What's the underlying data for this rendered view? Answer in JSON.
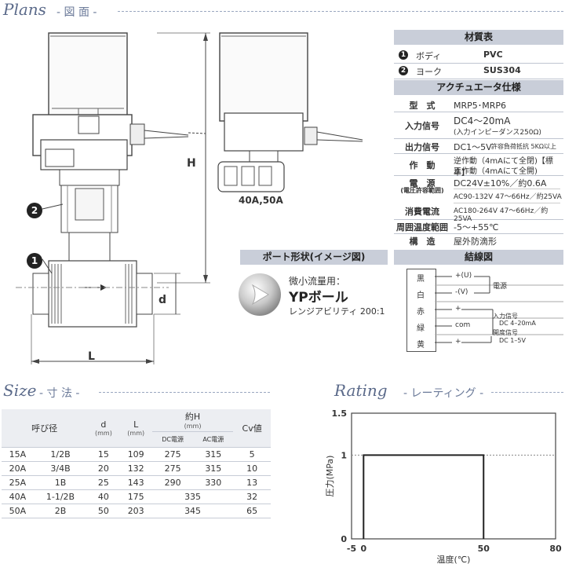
{
  "plans": {
    "title": "Plans",
    "subtitle": "- 図 面 -",
    "view2_label": "40A,50A",
    "dim_h": "H",
    "dim_d": "d",
    "dim_l": "L",
    "callout1": "1",
    "callout2": "2"
  },
  "materials": {
    "header": "材質表",
    "rows": [
      {
        "num": "1",
        "part": "ボディ",
        "material": "PVC"
      },
      {
        "num": "2",
        "part": "ヨーク",
        "material": "SUS304"
      }
    ]
  },
  "actuator": {
    "header": "アクチュエータ仕様",
    "model_key": "型　式",
    "model_val": "MRP5･MRP6",
    "input_key": "入力信号",
    "input_val": "DC4～20mA",
    "input_note": "(入力インピーダンス250Ω)",
    "output_key": "出力信号",
    "output_val": "DC1～5V",
    "output_note": "許容負荷抵抗 5KΩ以上",
    "action_key": "作　動",
    "action_val1": "逆作動（4mAにて全閉)【標準】",
    "action_val2": "正作動（4mAにて全開)",
    "power_key": "電　源",
    "power_sub": "(電圧許容範囲)",
    "power_val1": "DC24V±10%／約0.6A",
    "power_val2": "AC90-132V 47～66Hz／約25VA",
    "current_key": "消費電流",
    "power_val3": "AC180-264V 47～66Hz／約25VA",
    "temp_key": "周囲温度範囲",
    "temp_val": "-5～+55℃",
    "struct_key": "構　造",
    "struct_val": "屋外防滴形"
  },
  "port": {
    "header": "ポート形状(イメージ図)",
    "line1": "微小流量用：",
    "line2": "YPボール",
    "line3": "レンジアビリティ 200:1"
  },
  "wiring": {
    "header": "結線図",
    "wires": [
      "黒",
      "白",
      "赤",
      "緑",
      "黄"
    ],
    "terms": [
      "+(U)",
      "-(V)",
      "+",
      "com",
      "+"
    ],
    "label_power": "電源",
    "label_in": "入力信号",
    "label_in_val": "DC 4–20mA",
    "label_out": "開度信号",
    "label_out_val": "DC 1–5V"
  },
  "size": {
    "title": "Size",
    "subtitle": "- 寸 法 -",
    "headers": {
      "nominal": "呼び径",
      "d": "d",
      "L": "L",
      "H": "約H",
      "mm": "(mm)",
      "dc": "DC電源",
      "ac": "AC電源",
      "cv": "Cv値"
    },
    "rows": [
      {
        "a": "15A",
        "b": "1/2B",
        "d": "15",
        "L": "109",
        "dc": "275",
        "ac": "315",
        "cv": "5"
      },
      {
        "a": "20A",
        "b": "3/4B",
        "d": "20",
        "L": "132",
        "dc": "275",
        "ac": "315",
        "cv": "10"
      },
      {
        "a": "25A",
        "b": "1B",
        "d": "25",
        "L": "143",
        "dc": "290",
        "ac": "330",
        "cv": "13"
      },
      {
        "a": "40A",
        "b": "1-1/2B",
        "d": "40",
        "L": "175",
        "h": "335",
        "cv": "32"
      },
      {
        "a": "50A",
        "b": "2B",
        "d": "50",
        "L": "203",
        "h": "345",
        "cv": "65"
      }
    ]
  },
  "rating": {
    "title": "Rating",
    "subtitle": "- レーティング -",
    "chart_data": {
      "type": "line",
      "xlabel": "温度(℃)",
      "ylabel": "圧力(MPa)",
      "xlim": [
        -5,
        80
      ],
      "ylim": [
        0,
        1.5
      ],
      "x_ticks": [
        "-5",
        "0",
        "50",
        "80"
      ],
      "y_ticks": [
        "0",
        "1",
        "1.5"
      ],
      "series": [
        {
          "x": [
            0,
            0,
            50,
            50
          ],
          "y": [
            0,
            1,
            1,
            0
          ]
        }
      ],
      "grid": false
    }
  }
}
